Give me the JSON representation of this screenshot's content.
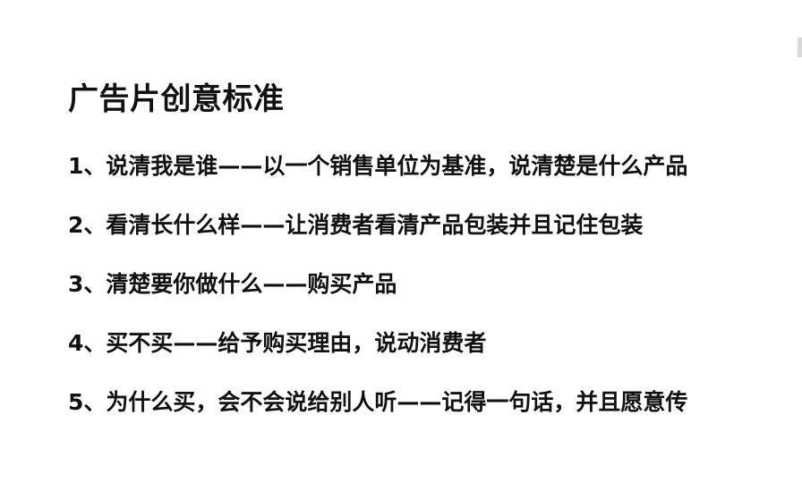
{
  "slide": {
    "title": "广告片创意标准",
    "points": [
      "1、说清我是谁——以一个销售单位为基准，说清楚是什么产品",
      "2、看清长什么样——让消费者看清产品包装并且记住包装",
      "3、清楚要你做什么——购买产品",
      "4、买不买——给予购买理由，说动消费者",
      "5、为什么买，会不会说给别人听——记得一句话，并且愿意传"
    ]
  }
}
